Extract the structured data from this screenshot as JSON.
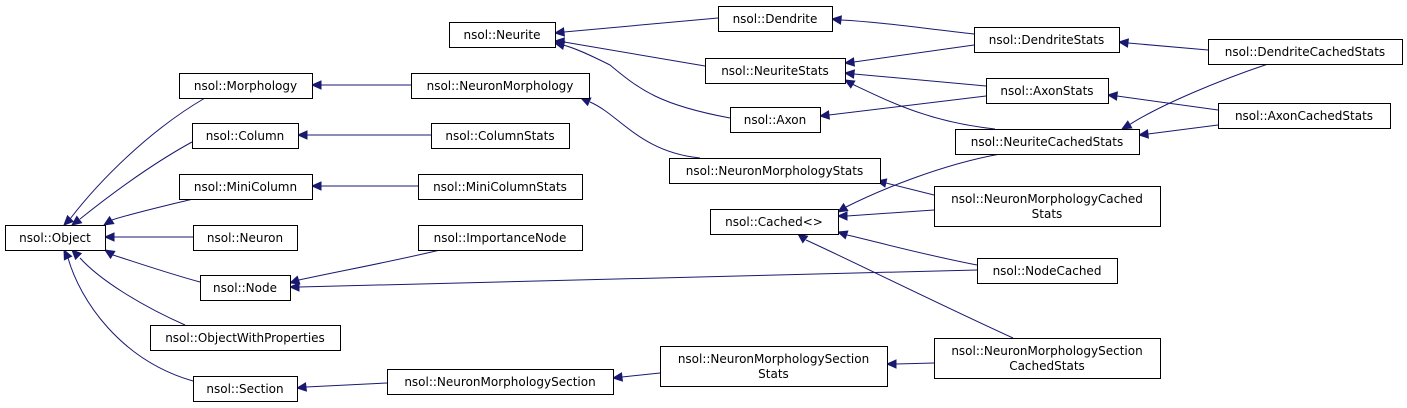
{
  "diagram": {
    "colors": {
      "edge": "#191970",
      "box_border": "#000000",
      "background": "#ffffff"
    },
    "nodes": [
      {
        "id": "object",
        "lines": [
          "nsol::Object"
        ]
      },
      {
        "id": "morphology",
        "lines": [
          "nsol::Morphology"
        ]
      },
      {
        "id": "column",
        "lines": [
          "nsol::Column"
        ]
      },
      {
        "id": "minicolumn",
        "lines": [
          "nsol::MiniColumn"
        ]
      },
      {
        "id": "neuron",
        "lines": [
          "nsol::Neuron"
        ]
      },
      {
        "id": "node",
        "lines": [
          "nsol::Node"
        ]
      },
      {
        "id": "objectwithproperties",
        "lines": [
          "nsol::ObjectWithProperties"
        ]
      },
      {
        "id": "section",
        "lines": [
          "nsol::Section"
        ]
      },
      {
        "id": "neuronmorphology",
        "lines": [
          "nsol::NeuronMorphology"
        ]
      },
      {
        "id": "columnstats",
        "lines": [
          "nsol::ColumnStats"
        ]
      },
      {
        "id": "minicolumnstats",
        "lines": [
          "nsol::MiniColumnStats"
        ]
      },
      {
        "id": "importancenode",
        "lines": [
          "nsol::ImportanceNode"
        ]
      },
      {
        "id": "neuronmorphologysection",
        "lines": [
          "nsol::NeuronMorphologySection"
        ]
      },
      {
        "id": "neurite",
        "lines": [
          "nsol::Neurite"
        ]
      },
      {
        "id": "dendrite",
        "lines": [
          "nsol::Dendrite"
        ]
      },
      {
        "id": "neuritestats",
        "lines": [
          "nsol::NeuriteStats"
        ]
      },
      {
        "id": "axon",
        "lines": [
          "nsol::Axon"
        ]
      },
      {
        "id": "neuronmorphologystats",
        "lines": [
          "nsol::NeuronMorphologyStats"
        ]
      },
      {
        "id": "cached",
        "lines": [
          "nsol::Cached<>"
        ]
      },
      {
        "id": "neuronmorphologysectionstats",
        "lines": [
          "nsol::NeuronMorphologySection",
          "Stats"
        ]
      },
      {
        "id": "dendritestats",
        "lines": [
          "nsol::DendriteStats"
        ]
      },
      {
        "id": "axonstats",
        "lines": [
          "nsol::AxonStats"
        ]
      },
      {
        "id": "neuritecachedstats",
        "lines": [
          "nsol::NeuriteCachedStats"
        ]
      },
      {
        "id": "neuronmorphologycachedstats",
        "lines": [
          "nsol::NeuronMorphologyCached",
          "Stats"
        ]
      },
      {
        "id": "nodecached",
        "lines": [
          "nsol::NodeCached"
        ]
      },
      {
        "id": "neuronmorphologysectioncachedstats",
        "lines": [
          "nsol::NeuronMorphologySection",
          "CachedStats"
        ]
      },
      {
        "id": "dendritecachedstats",
        "lines": [
          "nsol::DendriteCachedStats"
        ]
      },
      {
        "id": "axoncachedstats",
        "lines": [
          "nsol::AxonCachedStats"
        ]
      }
    ],
    "edges": [
      {
        "from": "morphology",
        "to": "object"
      },
      {
        "from": "column",
        "to": "object"
      },
      {
        "from": "minicolumn",
        "to": "object"
      },
      {
        "from": "neuron",
        "to": "object"
      },
      {
        "from": "node",
        "to": "object"
      },
      {
        "from": "objectwithproperties",
        "to": "object"
      },
      {
        "from": "section",
        "to": "object"
      },
      {
        "from": "neuronmorphology",
        "to": "morphology"
      },
      {
        "from": "columnstats",
        "to": "column"
      },
      {
        "from": "minicolumnstats",
        "to": "minicolumn"
      },
      {
        "from": "importancenode",
        "to": "node"
      },
      {
        "from": "nodecached",
        "to": "node"
      },
      {
        "from": "neuronmorphologysection",
        "to": "section"
      },
      {
        "from": "neuronmorphologystats",
        "to": "neuronmorphology"
      },
      {
        "from": "neuronmorphologysectionstats",
        "to": "neuronmorphologysection"
      },
      {
        "from": "dendrite",
        "to": "neurite"
      },
      {
        "from": "neuritestats",
        "to": "neurite"
      },
      {
        "from": "axon",
        "to": "neurite"
      },
      {
        "from": "dendritestats",
        "to": "dendrite"
      },
      {
        "from": "dendritestats",
        "to": "neuritestats"
      },
      {
        "from": "axonstats",
        "to": "neuritestats"
      },
      {
        "from": "neuritecachedstats",
        "to": "neuritestats"
      },
      {
        "from": "axonstats",
        "to": "axon"
      },
      {
        "from": "neuronmorphologycachedstats",
        "to": "neuronmorphologystats"
      },
      {
        "from": "neuritecachedstats",
        "to": "cached"
      },
      {
        "from": "neuronmorphologycachedstats",
        "to": "cached"
      },
      {
        "from": "nodecached",
        "to": "cached"
      },
      {
        "from": "neuronmorphologysectioncachedstats",
        "to": "cached"
      },
      {
        "from": "neuronmorphologysectioncachedstats",
        "to": "neuronmorphologysectionstats"
      },
      {
        "from": "dendritecachedstats",
        "to": "dendritestats"
      },
      {
        "from": "dendritecachedstats",
        "to": "neuritecachedstats"
      },
      {
        "from": "axoncachedstats",
        "to": "axonstats"
      },
      {
        "from": "axoncachedstats",
        "to": "neuritecachedstats"
      }
    ]
  }
}
